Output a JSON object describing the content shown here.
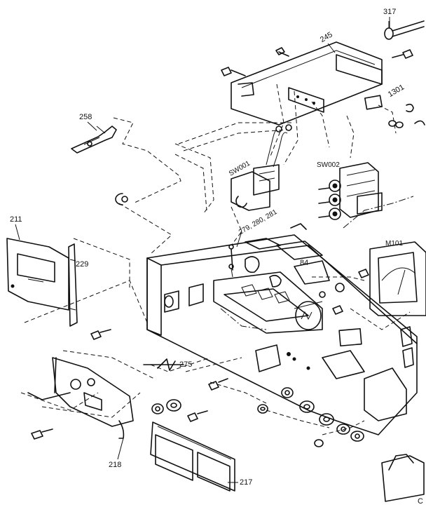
{
  "labels": {
    "p317": "317",
    "p245": "245",
    "p1301": "1301",
    "p258": "258",
    "sw001": "SW001",
    "sw002": "SW002",
    "p211": "211",
    "p229": "229",
    "p279": "279, 280, 281",
    "p84": "84",
    "m101": "M101",
    "p275": "275",
    "p218": "218",
    "p217": "217",
    "pC": "C"
  }
}
